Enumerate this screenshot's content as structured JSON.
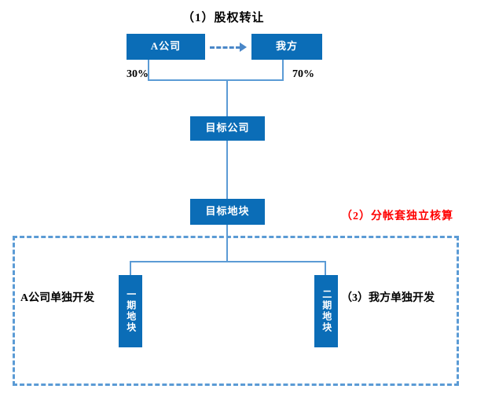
{
  "diagram": {
    "title_step1": "（1）股权转让",
    "note_step2": "（2）分帐套独立核算",
    "note_step3": "（3）我方单独开发",
    "note_left": "A公司单独开发",
    "percent_left": "30%",
    "percent_right": "70%",
    "nodes": {
      "company_a": "A公司",
      "our_side": "我方",
      "target_company": "目标公司",
      "target_land": "目标地块",
      "phase1_land": "一期地块",
      "phase2_land": "二期地块"
    },
    "colors": {
      "box_fill": "#0B6DB7",
      "connector": "#5B9BD5",
      "arrow": "#4A87C8",
      "accent_red": "#FF0000",
      "text_on_box": "#FFFFFF",
      "background": "#FFFFFF"
    }
  }
}
